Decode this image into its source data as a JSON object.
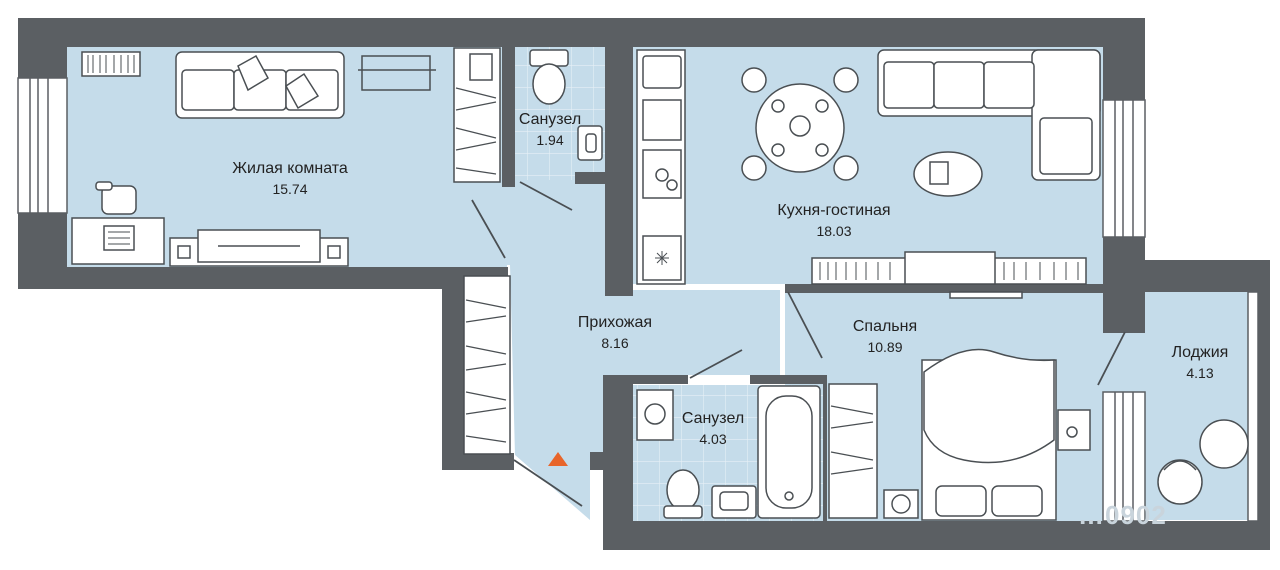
{
  "rooms": {
    "living": {
      "name": "Жилая комната",
      "area": "15.74"
    },
    "bath_top": {
      "name": "Санузел",
      "area": "1.94"
    },
    "kitchen": {
      "name": "Кухня-гостиная",
      "area": "18.03"
    },
    "hall": {
      "name": "Прихожая",
      "area": "8.16"
    },
    "bath_bottom": {
      "name": "Санузел",
      "area": "4.03"
    },
    "bedroom": {
      "name": "Спальня",
      "area": "10.89"
    },
    "loggia": {
      "name": "Лоджия",
      "area": "4.13"
    }
  },
  "watermark": {
    "text": "…0902"
  },
  "colors": {
    "wall": "#5b5f63",
    "floor": "#c5dcea",
    "tile_line": "#ffffff",
    "entrance_marker": "#e8652a",
    "furniture_stroke": "#4a4f53"
  },
  "icons": {
    "entrance": "entrance-triangle-icon"
  }
}
